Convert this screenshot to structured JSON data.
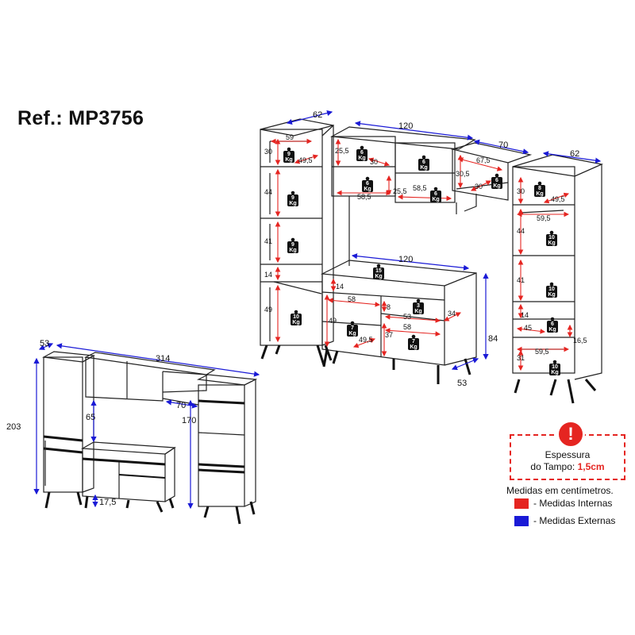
{
  "ref": "Ref.: MP3756",
  "dims": {
    "ext_left_width": "62",
    "ext_upper_width": "120",
    "ext_bridge_width": "70",
    "ext_right_width": "62",
    "ext_counter_width": "120",
    "ext_counter_height": "84",
    "ext_counter_depth": "53",
    "int_l1_h": "30",
    "int_l1_w": "59",
    "int_l1_d": "49,5",
    "int_l2_h": "44",
    "int_l3_h": "41",
    "int_l4_h": "14",
    "int_l5_h": "49",
    "int_u_h": "25,5",
    "int_u_d": "30",
    "int_u_w1": "58,5",
    "int_u_h2": "25,5",
    "int_u_w2": "58,5",
    "int_b_h": "30,5",
    "int_b_w": "67,5",
    "int_b_d": "30",
    "int_r1_h": "30",
    "int_r1_d": "49,5",
    "int_r_w": "59,5",
    "int_r2_h": "44",
    "int_r3_h": "41",
    "int_r4_h": "14",
    "int_r4_w": "45",
    "int_r4_d": "16,5",
    "int_r_w2": "59,5",
    "int_r5_h": "31",
    "int_c_h": "14",
    "int_c_w": "58",
    "int_c_h2": "8",
    "int_c_h3": "49",
    "int_c_d": "49,5",
    "int_c_w2": "53",
    "int_c_w3": "58",
    "int_c_h4": "37",
    "int_c_d2": "34",
    "ov_depth": "53",
    "ov_width": "314",
    "ov_height": "203",
    "ov_upper_h": "65",
    "ov_bridge": "70",
    "ov_tall_h": "170",
    "ov_feet": "17,5"
  },
  "weights": {
    "w1": "9",
    "w2": "9",
    "w3": "9",
    "w4": "10",
    "w5": "6",
    "w6": "6",
    "w7": "6",
    "w8": "6",
    "w9": "6",
    "w10": "15",
    "w11": "3",
    "w12": "7",
    "w13": "7",
    "w14": "8",
    "w15": "10",
    "w16": "10",
    "w17": "6",
    "w18": "10",
    "unit": "Kg"
  },
  "tampo": {
    "icon": "!",
    "line1": "Espessura",
    "line2": "do Tampo:",
    "value": "1,5cm"
  },
  "legend": {
    "title": "Medidas em centímetros.",
    "internal": "- Medidas Internas",
    "external": "- Medidas Externas",
    "internal_color": "#e52521",
    "external_color": "#1a1ad6"
  }
}
